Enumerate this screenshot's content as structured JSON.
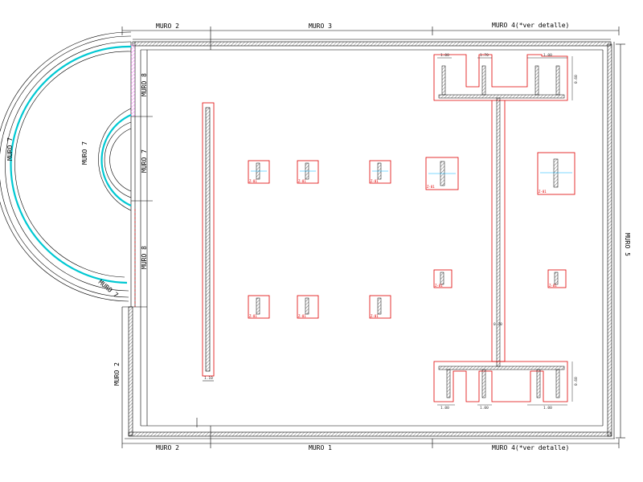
{
  "colors": {
    "wall_line": "#000000",
    "hatch": "#555555",
    "footing_outline": "#e00000",
    "pool_line": "#00c8d2",
    "small_wall_hatch": "#ff66ff",
    "axis_mark": "#00b4ff"
  },
  "walls": {
    "top_left": "MURO 2",
    "top_center": "MURO 3",
    "top_right": "MURO 4(*ver detalle)",
    "bottom_left": "MURO 2",
    "bottom_center": "MURO 1",
    "bottom_right": "MURO 4(*ver detalle)",
    "right": "MURO 5",
    "left_lower": "MURO 2",
    "left_arc_outer": "MURO 7",
    "left_arc_inner": "MURO 7",
    "left_arc_bottom": "MURO 7",
    "inner_upper": "MURO 8",
    "inner_middle": "MURO 7",
    "inner_lower": "MURO 8"
  },
  "dimensions": {
    "beam_bottom": "1.10",
    "beam_mid": "0.20",
    "detail_1": "1.00",
    "detail_2": "1.70",
    "detail_3": "1.00",
    "detail_4": "1.00",
    "detail_5": "1.00",
    "detail_6": "1.00",
    "detail_side_top": "0.60",
    "detail_side_bottom": "0.60",
    "footing_tag": "Z-01"
  }
}
